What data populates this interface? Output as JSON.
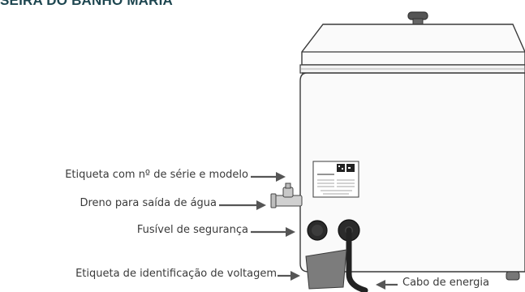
{
  "title": "SEIRA DO BANHO MARIA",
  "labels": {
    "serial_label": "Etiqueta com nº de série e modelo",
    "drain": "Dreno para saída de água",
    "fuse": "Fusível de segurança",
    "voltage_label": "Etiqueta de identificação de voltagem",
    "power_cable": "Cabo de energia"
  },
  "colors": {
    "title": "#1d4650",
    "outline": "#3a3a3a",
    "arrow": "#555555",
    "fill_light": "#fafafa",
    "dark": "#2b2b2b"
  }
}
